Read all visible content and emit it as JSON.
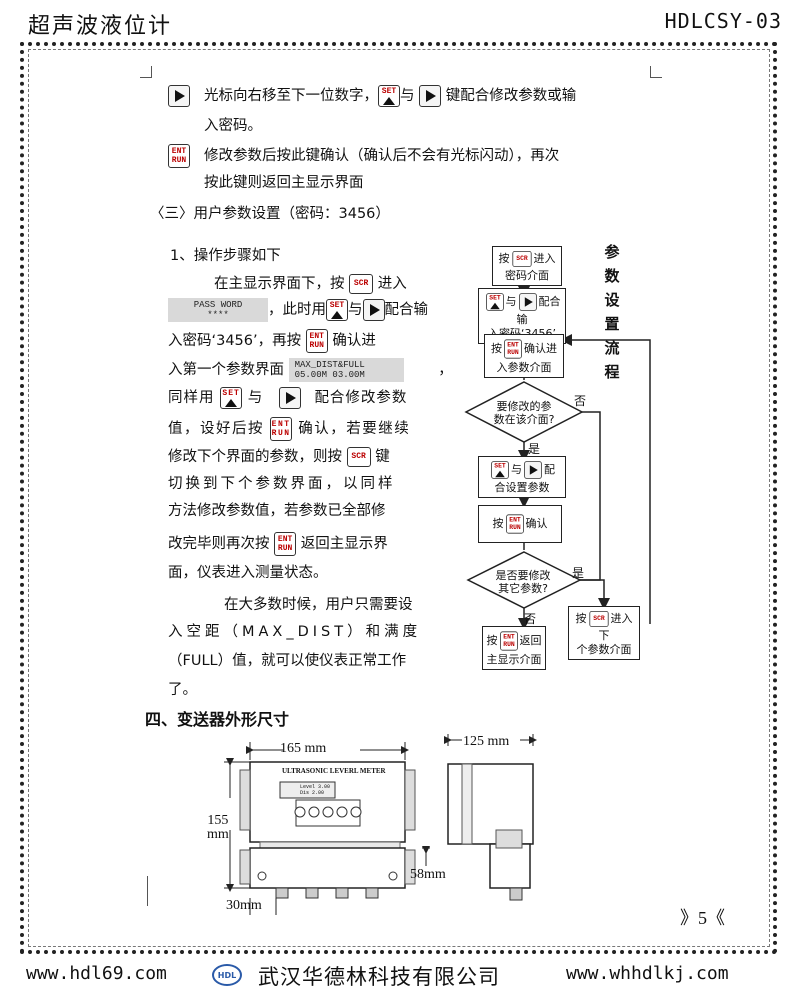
{
  "header": {
    "title": "超声波液位计",
    "model": "HDLCSY-03"
  },
  "keys": {
    "set_top": "SET",
    "ent_top": "ENT",
    "ent_bottom": "RUN",
    "scr": "SCR"
  },
  "intro": {
    "line1": "光标向右移至下一位数字，",
    "line1_mid": "与",
    "line1_end": "键配合修改参数或输",
    "line2": "入密码。",
    "line3": "修改参数后按此键确认（确认后不会有光标闪动），再次",
    "line4": "按此键则返回主显示界面"
  },
  "section3_title": "〈三〉用户参数设置（密码：3456）",
  "steps": {
    "heading": "1、操作步骤如下",
    "l1a": "在主显示界面下，按",
    "l1b": "进入",
    "lcd_pass_1": "PASS WORD",
    "lcd_pass_2": "****",
    "l2a": "，此时用",
    "l2b": "与",
    "l2c": "配合输",
    "l3a": "入密码‘3456’，再按",
    "l3b": "确认进",
    "l4a": "入第一个参数界面",
    "lcd_param_1": "MAX_DIST&FULL",
    "lcd_param_2": "05.00M 03.00M",
    "l4b": "，",
    "l5a": "同样用",
    "l5b": "与",
    "l5c": "配合修改参数",
    "l6a": "值，设好后按",
    "l6b": "确认，若要继续",
    "l7a": "修改下个界面的参数，则按",
    "l7b": "键",
    "l8": "切换到下个参数界面，以同样",
    "l9": "方法修改参数值，若参数已全部修",
    "l10a": "改完毕则再次按",
    "l10b": "返回主显示界",
    "l11": "面，仪表进入测量状态。",
    "note1": "在大多数时候，用户只需要设",
    "note2": "入空距（MAX_DIST）和满度",
    "note3": "（FULL）值，就可以使仪表正常工作",
    "note4": "了。"
  },
  "flow": {
    "title_chars": [
      "参",
      "数",
      "设",
      "置",
      "流",
      "程"
    ],
    "b1_a": "按",
    "b1_b": "进入",
    "b1_c": "密码介面",
    "b2_a": "与",
    "b2_b": "配合输",
    "b2_c": "入密码‘3456’",
    "b3_a": "按",
    "b3_b": "确认进",
    "b3_c": "入参数介面",
    "d1_a": "要修改的参",
    "d1_b": "数在该介面?",
    "no": "否",
    "yes": "是",
    "b4_a": "与",
    "b4_b": "配",
    "b4_c": "合设置参数",
    "b5_a": "按",
    "b5_b": "确认",
    "d2_a": "是否要修改",
    "d2_b": "其它参数?",
    "b6_a": "按",
    "b6_b": "进入下",
    "b6_c": "个参数介面",
    "b7_a": "按",
    "b7_b": "返回",
    "b7_c": "主显示介面"
  },
  "section4_title": "四、变送器外形尺寸",
  "dims": {
    "width": "165 mm",
    "depth": "125 mm",
    "height_1": "155",
    "height_2": "mm",
    "lower": "58mm",
    "bottom": "30mm"
  },
  "device": {
    "label": "ULTRASONIC LEVERL METER",
    "lcd_1": "Level 3.00",
    "lcd_2": "Dis  2.00"
  },
  "page_number": "》5《",
  "footer": {
    "left_url": "www.hdl69.com",
    "logo": "HDL",
    "company": "武汉华德林科技有限公司",
    "right_url": "www.whhdlkj.com"
  }
}
